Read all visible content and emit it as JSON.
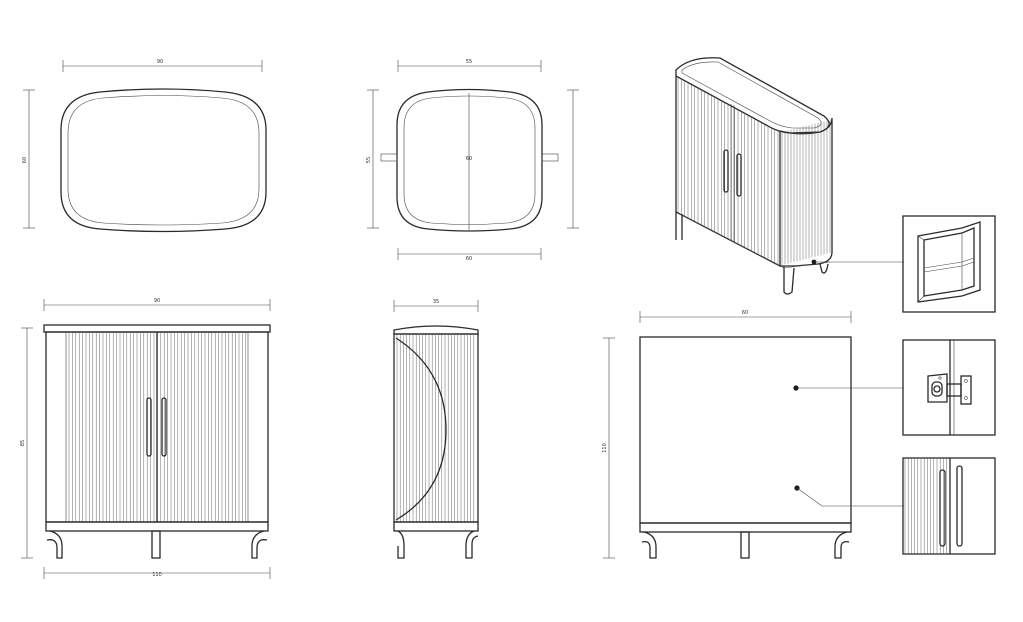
{
  "dimensions": {
    "top_width": "90",
    "top_depth": "60",
    "section_width": "55",
    "section_depth": "55",
    "section_bottom": "60",
    "section_center": "60",
    "front_width": "90",
    "front_height": "85",
    "front_bottom": "110",
    "side_depth": "35",
    "rear_width": "60",
    "rear_height": "110"
  }
}
